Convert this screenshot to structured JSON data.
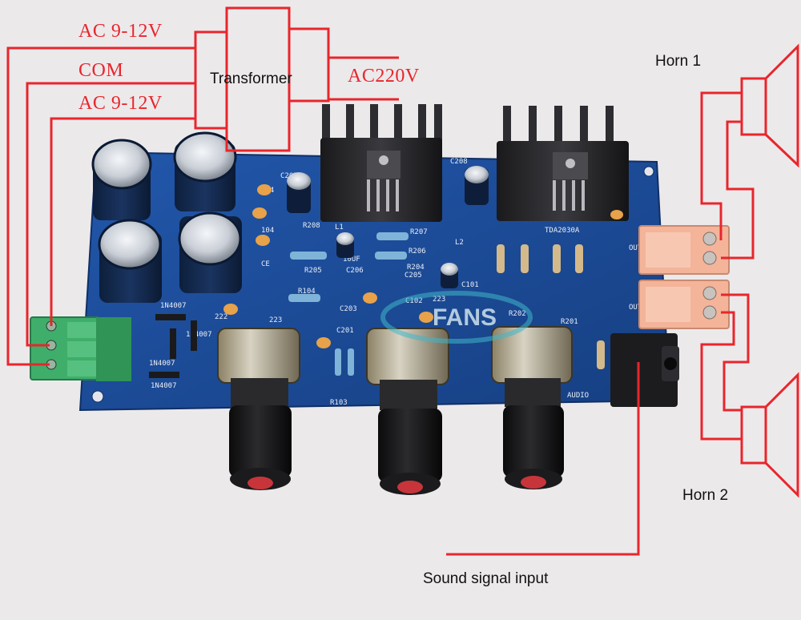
{
  "labels": {
    "ac_top": "AC 9-12V",
    "com": "COM",
    "ac_bottom": "AC 9-12V",
    "transformer": "Transformer",
    "ac220": "AC220V",
    "horn1": "Horn 1",
    "horn2": "Horn 2",
    "sound_input": "Sound signal input"
  },
  "board": {
    "watermark": "FANS",
    "silkscreen": [
      "C207",
      "C208",
      "R208",
      "R207",
      "R206",
      "R205",
      "R204",
      "R202",
      "R201",
      "R103",
      "R104",
      "C206",
      "C205",
      "C203",
      "C201",
      "C102",
      "L1",
      "L2",
      "C101",
      "TDA2030A",
      "AUDIO",
      "OUT1",
      "OUT2",
      "1N4007",
      "1N4007",
      "1N4007",
      "1N4007",
      "222",
      "223",
      "223",
      "10UF",
      "104",
      "104",
      "CE"
    ]
  },
  "colors": {
    "wire": "#e8262c",
    "board": "#1d4f9c",
    "terminal_green": "#3fae6a",
    "terminal_pink": "#f3b49a"
  }
}
